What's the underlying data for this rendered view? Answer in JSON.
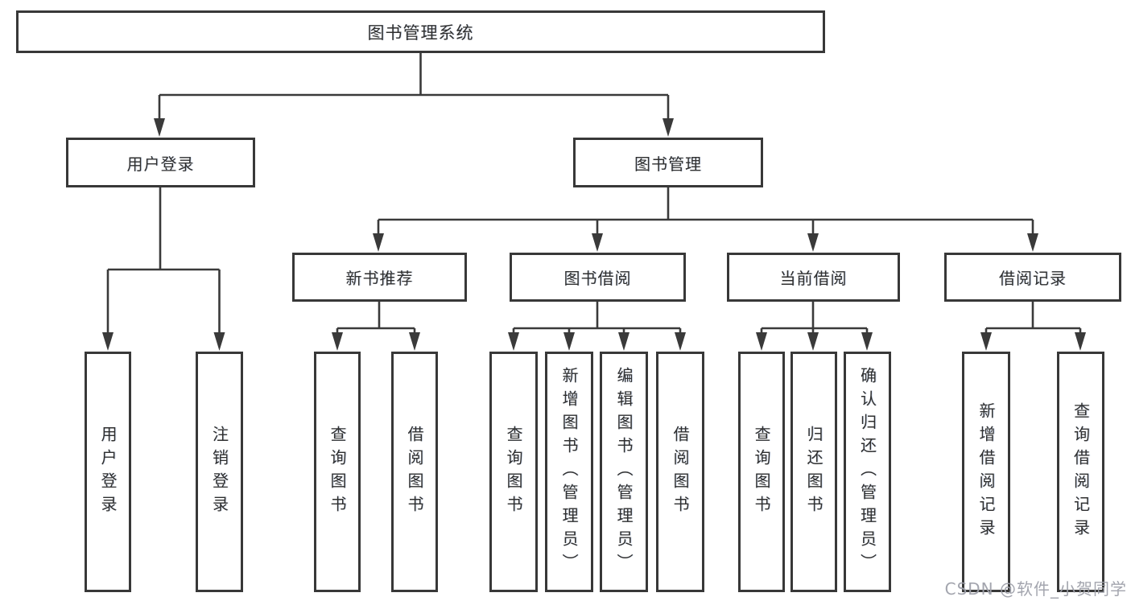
{
  "diagram": {
    "title": "图书管理系统",
    "root": {
      "label": "图书管理系统"
    },
    "branches": [
      {
        "label": "用户登录",
        "children": [
          {
            "label": "用户登录"
          },
          {
            "label": "注销登录"
          }
        ]
      },
      {
        "label": "图书管理",
        "groups": [
          {
            "label": "新书推荐",
            "children": [
              {
                "label": "查询图书"
              },
              {
                "label": "借阅图书"
              }
            ]
          },
          {
            "label": "图书借阅",
            "children": [
              {
                "label": "查询图书"
              },
              {
                "label": "新增图书（管理员）"
              },
              {
                "label": "编辑图书（管理员）"
              },
              {
                "label": "借阅图书"
              }
            ]
          },
          {
            "label": "当前借阅",
            "children": [
              {
                "label": "查询图书"
              },
              {
                "label": "归还图书"
              },
              {
                "label": "确认归还（管理员）"
              }
            ]
          },
          {
            "label": "借阅记录",
            "children": [
              {
                "label": "新增借阅记录"
              },
              {
                "label": "查询借阅记录"
              }
            ]
          }
        ]
      }
    ]
  },
  "watermark": {
    "text": "CSDN @软件_小贺同学"
  },
  "colors": {
    "line": "#3a3a3a",
    "box_border": "#383838",
    "text": "#2f2f2f",
    "watermark": "#9ea0aa",
    "background": "#ffffff"
  }
}
